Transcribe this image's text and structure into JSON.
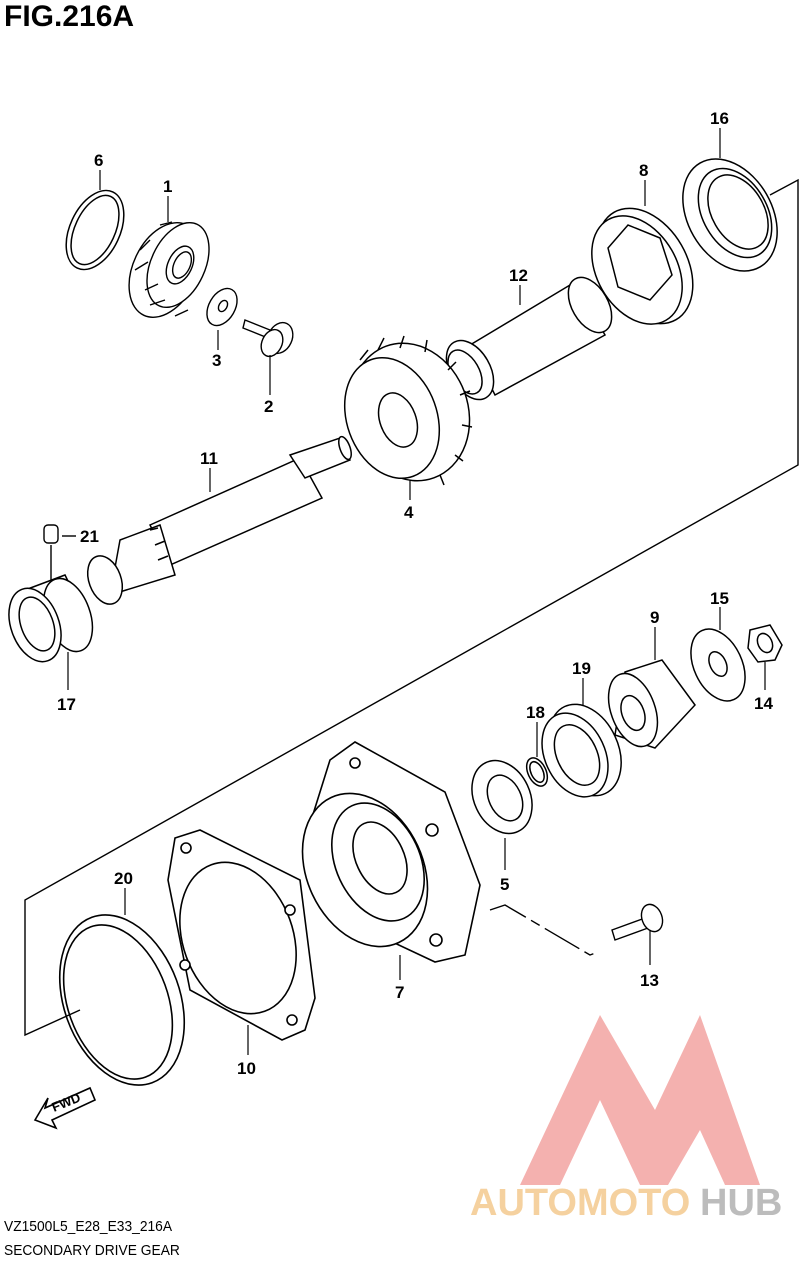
{
  "figure": {
    "title": "FIG.216A",
    "model_code": "VZ1500L5_E28_E33_216A",
    "assembly_name": "SECONDARY DRIVE GEAR"
  },
  "callouts": {
    "c1": "1",
    "c2": "2",
    "c3": "3",
    "c4": "4",
    "c5": "5",
    "c6": "6",
    "c7": "7",
    "c8": "8",
    "c9": "9",
    "c10": "10",
    "c11": "11",
    "c12": "12",
    "c13": "13",
    "c14": "14",
    "c15": "15",
    "c16": "16",
    "c17": "17",
    "c18": "18",
    "c19": "19",
    "c20": "20",
    "c21": "21"
  },
  "direction_arrow": {
    "label": "FWD"
  },
  "watermark": {
    "part1": "AUTOMOTO",
    "part2": "HUB",
    "color_primary": "#f3a9a7",
    "color_secondary": "#f5cf9a",
    "color_tertiary": "#b9b9b9"
  }
}
